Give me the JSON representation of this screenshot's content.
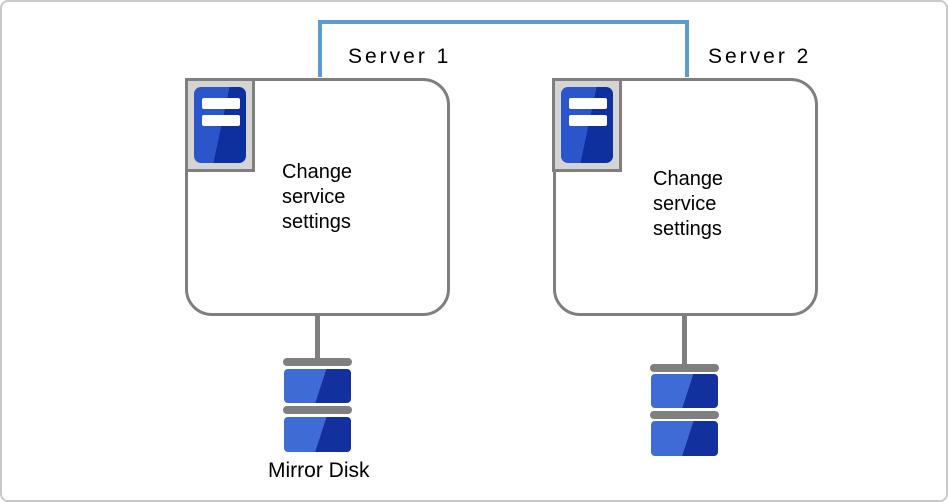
{
  "colors": {
    "interconnect_blue": "#5b9bd5",
    "outline_gray": "#7f7f7f",
    "icon_panel_gray": "#d4d4d4",
    "server_blue_light": "#2b55cb",
    "server_blue_dark": "#0e2f9e",
    "disk_blue_light": "#3e6bd5",
    "disk_blue_dark": "#12309e",
    "text_black": "#000000"
  },
  "nodes": {
    "server1": {
      "label": "Server 1",
      "box_lines": [
        "Change",
        "service",
        "settings"
      ]
    },
    "server2": {
      "label": "Server 2",
      "box_lines": [
        "Change",
        "service",
        "settings"
      ]
    }
  },
  "disk": {
    "label": "Mirror Disk"
  },
  "icons": {
    "server_icon": "server-unit-icon",
    "disk_icon": "mirror-disk-stack-icon"
  }
}
